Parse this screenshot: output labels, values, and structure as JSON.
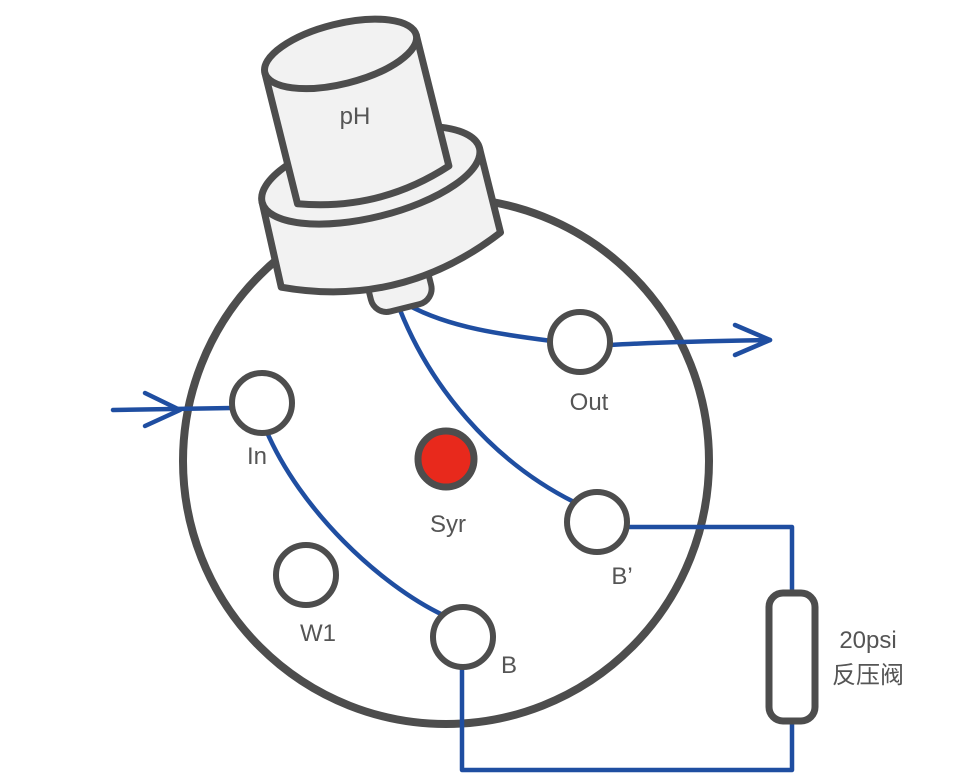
{
  "labels": {
    "ph": "pH",
    "out": "Out",
    "in": "In",
    "syr": "Syr",
    "b_prime": "B’",
    "w1": "W1",
    "b": "B",
    "valve_pressure": "20psi",
    "valve_name": "反压阀"
  },
  "colors": {
    "outline": "#4d4d4d",
    "tubing": "#1f4ea1",
    "syringe_port": "#e8291c",
    "probe_fill": "#f2f2f2",
    "text": "#555555"
  }
}
